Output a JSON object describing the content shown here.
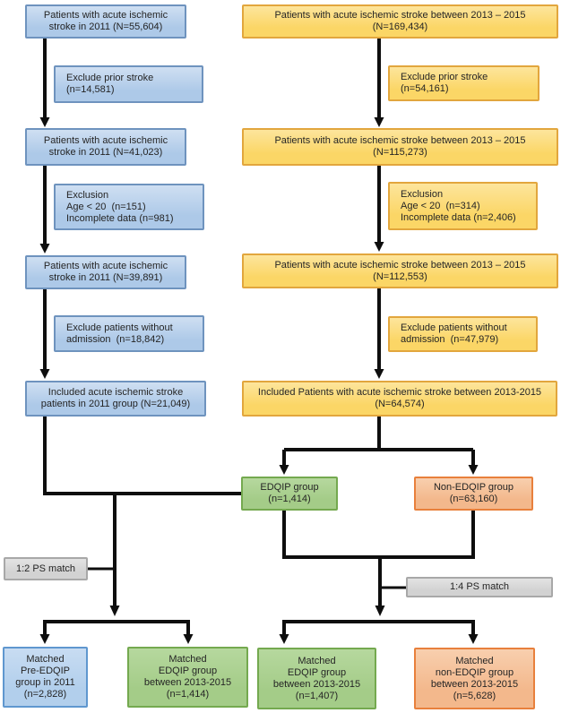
{
  "figure": {
    "type": "patient-selection-flowchart",
    "description": "Flow diagram of acute ischemic stroke patient selection, 2011 cohort vs 2013-2015 cohort, EDQIP vs Non-EDQIP groups with propensity-score matching"
  },
  "palette": {
    "blue_fill": "#adc9e8",
    "blue_border": "#6e93be",
    "blue_bottom_border": "#5f97cf",
    "yellow_fill": "#fbd666",
    "yellow_border": "#e2a63d",
    "green_fill": "#a4cc88",
    "green_border": "#74a94f",
    "orange_fill": "#f3b88c",
    "orange_border": "#e8803c",
    "grey_fill": "#d2d2d2",
    "grey_border": "#a8a8a8",
    "line_color": "#0e0e0e",
    "text_color": "#252525"
  },
  "nodes": {
    "l1": {
      "lines": [
        "Patients with acute ischemic",
        "stroke in 2011 (N=55,604)"
      ]
    },
    "le1": {
      "lines": [
        "Exclude prior stroke",
        "(n=14,581)"
      ]
    },
    "l2": {
      "lines": [
        "Patients with acute ischemic",
        "stroke in 2011 (N=41,023)"
      ]
    },
    "le2": {
      "lines": [
        "Exclusion",
        "Age < 20  (n=151)",
        "Incomplete data (n=981)"
      ]
    },
    "l3": {
      "lines": [
        "Patients with acute ischemic",
        "stroke in 2011 (N=39,891)"
      ]
    },
    "le3": {
      "lines": [
        "Exclude patients without",
        "admission  (n=18,842)"
      ]
    },
    "l4": {
      "lines": [
        "Included acute ischemic stroke",
        "patients in 2011 group (N=21,049)"
      ]
    },
    "r1": {
      "lines": [
        "Patients with acute ischemic stroke between 2013 – 2015",
        "(N=169,434)"
      ]
    },
    "re1": {
      "lines": [
        "Exclude prior stroke",
        "(n=54,161)"
      ]
    },
    "r2": {
      "lines": [
        "Patients with acute ischemic stroke between 2013 – 2015",
        "(N=115,273)"
      ]
    },
    "re2": {
      "lines": [
        "Exclusion",
        "Age < 20  (n=314)",
        "Incomplete data (n=2,406)"
      ]
    },
    "r3": {
      "lines": [
        "Patients with acute ischemic stroke between 2013 – 2015",
        "(N=112,553)"
      ]
    },
    "re3": {
      "lines": [
        "Exclude patients without",
        "admission  (n=47,979)"
      ]
    },
    "r4": {
      "lines": [
        "Included Patients with acute ischemic stroke between 2013-2015",
        "(N=64,574)"
      ]
    },
    "edqip": {
      "lines": [
        "EDQIP group",
        "(n=1,414)"
      ]
    },
    "nonedqip": {
      "lines": [
        "Non-EDQIP group",
        "(n=63,160)"
      ]
    },
    "ps12": {
      "lines": [
        "1:2 PS match"
      ]
    },
    "ps14": {
      "lines": [
        "1:4 PS match"
      ]
    },
    "m1": {
      "lines": [
        "Matched",
        "Pre-EDQIP",
        "group in 2011",
        "(n=2,828)"
      ]
    },
    "m2": {
      "lines": [
        "Matched",
        "EDQIP group",
        "between 2013-2015",
        "(n=1,414)"
      ]
    },
    "m3": {
      "lines": [
        "Matched",
        "EDQIP group",
        "between 2013-2015",
        "(n=1,407)"
      ]
    },
    "m4": {
      "lines": [
        "Matched",
        "non-EDQIP group",
        "between 2013-2015",
        "(n=5,628)"
      ]
    }
  }
}
